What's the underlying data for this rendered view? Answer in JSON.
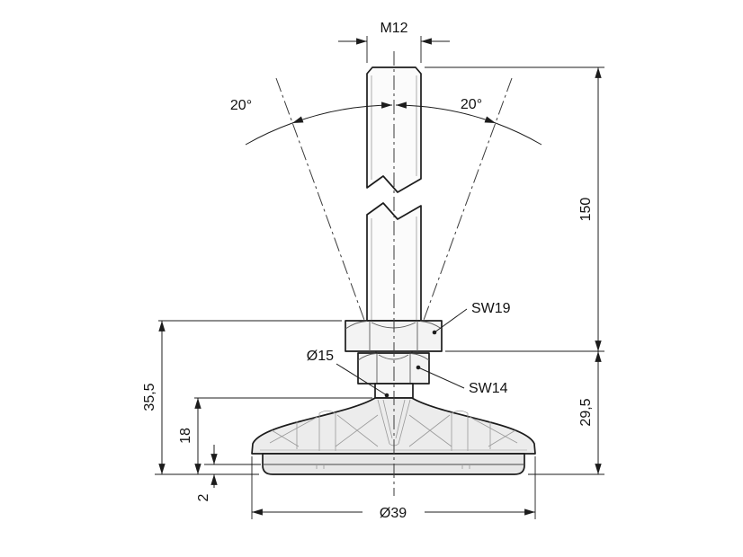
{
  "labels": {
    "thread_size": "M12",
    "tilt_angle_left": "20°",
    "tilt_angle_right": "20°",
    "spindle_length": "150",
    "wrench_size_upper": "SW19",
    "wrench_size_lower": "SW14",
    "pivot_diameter": "Ø15",
    "height_overall": "35,5",
    "height_base_assembly": "29,5",
    "height_base": "18",
    "pad_thickness": "2",
    "base_diameter": "Ø39"
  },
  "colors": {
    "line": "#1c1c1c",
    "rib": "#9a9a9a",
    "base_fill": "#ececec",
    "background": "#ffffff"
  }
}
